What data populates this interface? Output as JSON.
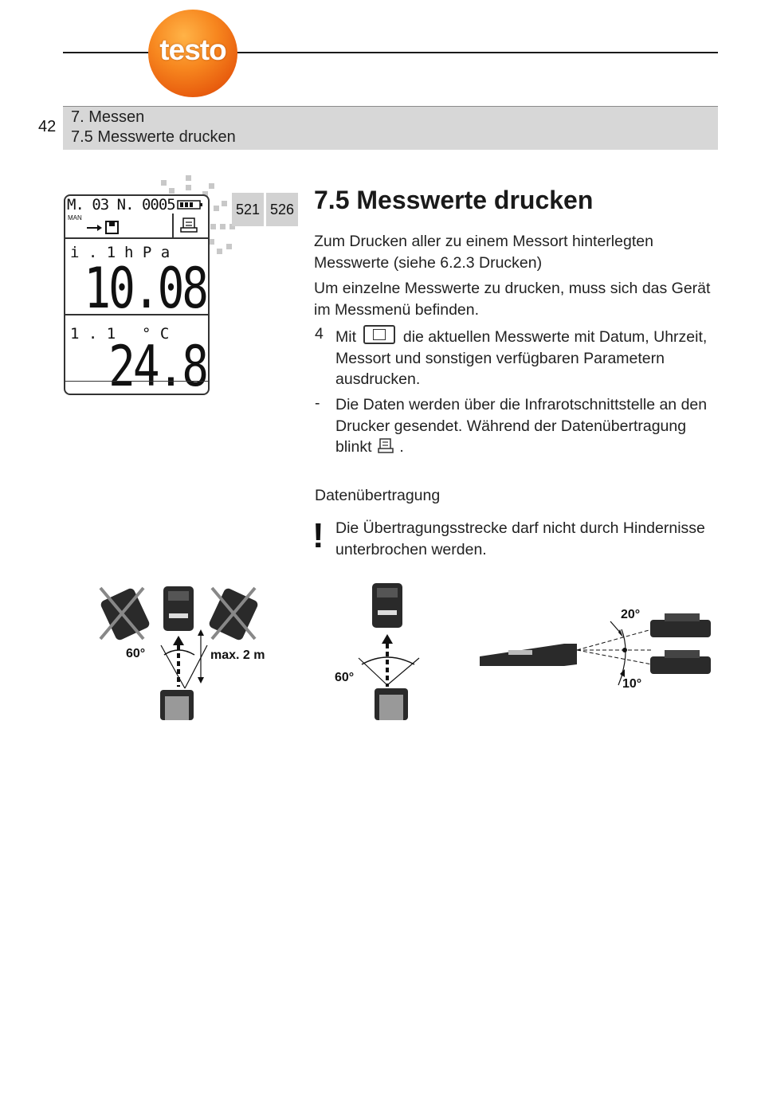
{
  "header": {
    "brand": "testo",
    "page_number": "42",
    "breadcrumb_chapter": "7. Messen",
    "breadcrumb_section": "7.5 Messwerte drucken"
  },
  "display": {
    "top_line": "M. 03 N. 0005",
    "mode_label": "MAN",
    "row1_label": "i . 1",
    "row1_unit": "h P a",
    "row1_value": "10.08",
    "row2_label": "1 . 1",
    "row2_unit": "° C",
    "row2_value": "24.8"
  },
  "model_tags": [
    "521",
    "526"
  ],
  "content": {
    "title": "7.5 Messwerte drucken",
    "intro_1": "Zum Drucken aller zu einem Messort hinterlegten Messwerte (siehe 6.2.3 Drucken)",
    "intro_2": "Um einzelne Messwerte zu drucken, muss sich das Gerät im Messmenü befinden.",
    "step_number": "4",
    "step_before_icon": "Mit",
    "step_after_icon": "die aktuellen Messwerte mit Datum, Uhrzeit, Messort und sonstigen verfügbaren Parametern ausdrucken.",
    "bullet_mark": "-",
    "bullet_before_icon": "Die Daten werden über die Infrarotschnittstelle an den Drucker gesendet. Während der Datenübertragung blinkt",
    "bullet_after_icon": ".",
    "subheading": "Datenübertragung",
    "warning_mark": "!",
    "warning_text": "Die Übertragungsstrecke darf nicht durch Hindernisse unterbrochen werden."
  },
  "figures": {
    "fig1_angle": "60°",
    "fig1_distance": "max. 2 m",
    "fig2_angle": "60°",
    "fig3_angle_top": "20°",
    "fig3_angle_bottom": "10°"
  },
  "colors": {
    "logo_orange": "#f7871f",
    "band_gray": "#d7d7d7",
    "tag_gray": "#d2d2d2",
    "blink_dots": "#c8c8c8"
  }
}
